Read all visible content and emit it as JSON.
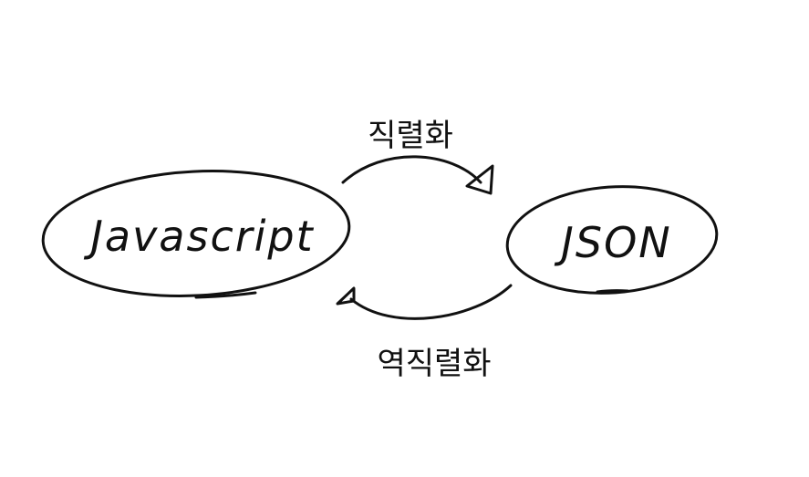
{
  "diagram": {
    "colors": {
      "ink": "#111111",
      "background": "#ffffff"
    },
    "nodes": {
      "javascript": {
        "label": "Javascript"
      },
      "json": {
        "label": "JSON"
      }
    },
    "edges": {
      "serialize": {
        "label": "직렬화"
      },
      "deserialize": {
        "label": "역직렬화"
      }
    }
  }
}
